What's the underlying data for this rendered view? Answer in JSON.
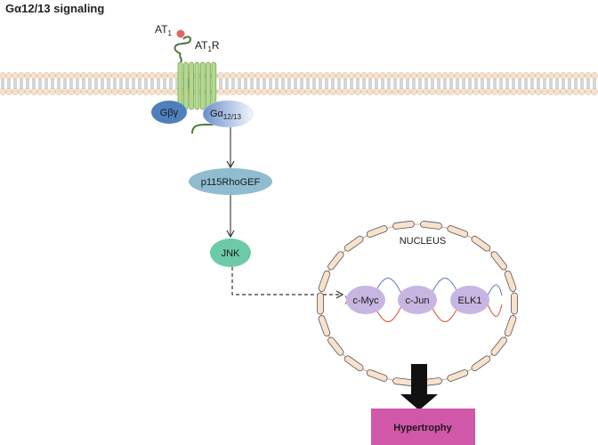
{
  "title": "Gα12/13 signaling",
  "ligand": {
    "label": "AT",
    "sub": "1",
    "color": "#e06666"
  },
  "receptor": {
    "label_main": "AT",
    "label_sub": "1",
    "label_tail": "R",
    "color": "#b4d98e"
  },
  "g_beta_gamma": {
    "label": "Gβγ",
    "color": "#4a7ab5"
  },
  "g_alpha": {
    "label": "Gα",
    "sub": "12/13",
    "color": "#7e9fd3"
  },
  "p115": {
    "label": "p115RhoGEF",
    "color": "#8fbccf"
  },
  "jnk": {
    "label": "JNK",
    "color": "#6ccaa7"
  },
  "nucleus": {
    "label": "NUCLEUS"
  },
  "transcription_factors": [
    {
      "label": "c-Myc"
    },
    {
      "label": "c-Jun"
    },
    {
      "label": "ELK1"
    }
  ],
  "tf_color": "#c7b6e2",
  "outcome": {
    "label": "Hypertrophy",
    "color": "#d157a8"
  },
  "membrane": {
    "head_color": "#f8e2cc",
    "tail_color": "#999999"
  }
}
